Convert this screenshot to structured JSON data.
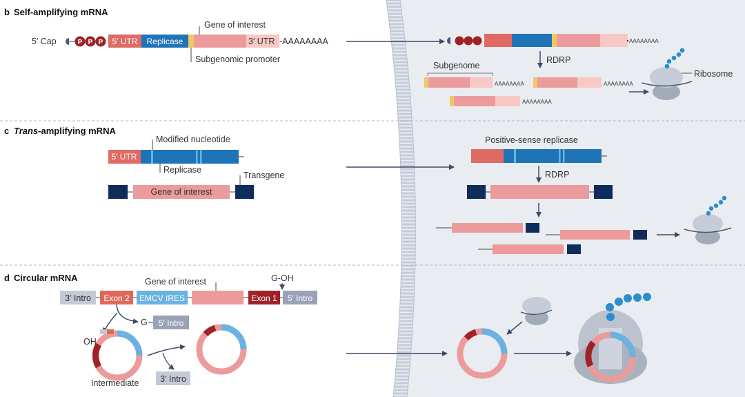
{
  "colors": {
    "utr": "#e06a64",
    "replicase": "#1f74b8",
    "replicase_light": "#6ab2e2",
    "goi": "#ec9b9c",
    "goi_light": "#f8c9c5",
    "utr3": "#f7c8c4",
    "promoter": "#f0c864",
    "cap_red": "#9e2228",
    "navy": "#0e2d5a",
    "intron": "#99a2b6",
    "exon_dark": "#9e2228",
    "exon2": "#e0685a",
    "ires": "#6ab2e2",
    "membrane": "#c2c9d5",
    "cell_bg": "#e9ecf1",
    "ribosome": "#a3abb9",
    "bead": "#2c8dcc"
  },
  "panel_b": {
    "letter": "b",
    "title": "Self-amplifying mRNA",
    "cap": "5′ Cap",
    "phosphate": "P",
    "utr5": "5′ UTR",
    "replicase": "Replicase",
    "gene_of_interest": "Gene of interest",
    "utr3": "3′ UTR",
    "polyA": "-AAAAAAAA",
    "subgenomic_promoter": "Subgenomic promoter",
    "polyA_right": "AAAAAAAA",
    "rdrp": "RDRP",
    "subgenome": "Subgenome",
    "small_polyA": "AAAAAAAA",
    "ribosome": "Ribosome"
  },
  "panel_c": {
    "letter": "c",
    "title_italic": "Trans",
    "title_rest": "-amplifying mRNA",
    "modified_nucleotide": "Modified nucleotide",
    "utr5": "5′ UTR",
    "replicase": "Replicase",
    "transgene": "Transgene",
    "gene_of_interest": "Gene of interest",
    "positive_sense": "Positive-sense replicase",
    "rdrp": "RDRP"
  },
  "panel_d": {
    "letter": "d",
    "title": "Circular mRNA",
    "gene_of_interest": "Gene of interest",
    "g_oh": "G-OH",
    "intro3": "3′ Intro",
    "exon2": "Exon 2",
    "emcv_ires": "EMCV IRES",
    "exon1": "Exon 1",
    "intro5": "5′ Intro",
    "g": "G",
    "oh": "OH",
    "intermediate": "Intermediate"
  }
}
